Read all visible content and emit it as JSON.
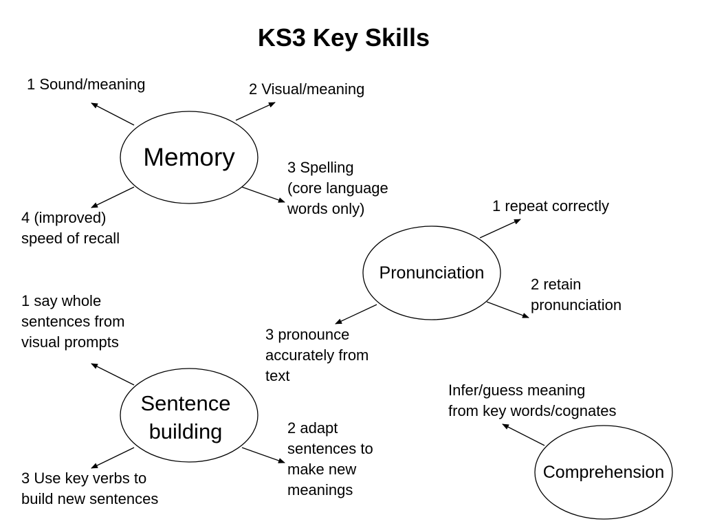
{
  "title": "KS3 Key Skills",
  "nodes": {
    "memory": {
      "label": "Memory",
      "items": [
        "1 Sound/meaning",
        "2 Visual/meaning",
        "3 Spelling\n(core language\nwords only)",
        "4 (improved)\nspeed of recall"
      ]
    },
    "pronunciation": {
      "label": "Pronunciation",
      "items": [
        "1 repeat correctly",
        "2 retain\npronunciation",
        "3 pronounce\naccurately from\ntext"
      ]
    },
    "sentence_building": {
      "label": "Sentence\nbuilding",
      "items": [
        "1 say whole\nsentences from\nvisual prompts",
        "2 adapt\nsentences to\nmake new\nmeanings",
        "3 Use key verbs to\nbuild new sentences"
      ]
    },
    "comprehension": {
      "label": "Comprehension",
      "items": [
        "Infer/guess meaning\nfrom key words/cognates"
      ]
    }
  }
}
